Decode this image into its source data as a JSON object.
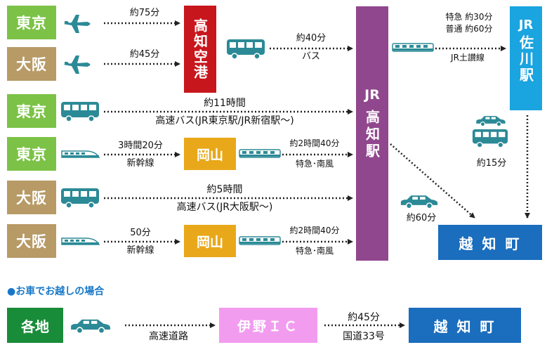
{
  "origins": {
    "tokyo1": "東京",
    "osaka1": "大阪",
    "tokyo2": "東京",
    "tokyo3": "東京",
    "osaka2": "大阪",
    "osaka3": "大阪"
  },
  "hubs": {
    "kochi_airport": "高知空港",
    "okayama1": "岡山",
    "okayama2": "岡山",
    "jr_kochi_jr": "JR",
    "jr_kochi_name": "高知駅",
    "jr_sakawa_jr": "JR",
    "jr_sakawa_name": "佐川駅",
    "ochi_town_1": "越 知 町"
  },
  "labels": {
    "tokyo_flight": "約75分",
    "osaka_flight": "約45分",
    "airport_bus_time": "約40分",
    "airport_bus_mode": "バス",
    "tokyo_bus_time": "約11時間",
    "tokyo_bus_route": "高速バス(JR東京駅/JR新宿駅～)",
    "tokyo_shinkansen_time": "3時間20分",
    "shinkansen_1": "新幹線",
    "okayama_express_time_1": "約2時間40分",
    "express_nanpu_1": "特急･南風",
    "osaka_bus_time": "約5時間",
    "osaka_bus_route": "高速バス(JR大阪駅～)",
    "osaka_shinkansen_time": "50分",
    "shinkansen_2": "新幹線",
    "okayama_express_time_2": "約2時間40分",
    "express_nanpu_2": "特急･南風",
    "limited_express_time": "特急 約30分",
    "local_time": "普通 約60分",
    "dosan_line": "JR土讃線",
    "sakawa_bus_time": "約15分",
    "kochi_car_time": "約60分"
  },
  "car_section": {
    "heading": "●お車でお越しの場合",
    "origin": "各地",
    "expressway": "高速道路",
    "ino_ic": "伊野ＩＣ",
    "time": "約45分",
    "route": "国道33号",
    "destination": "越 知 町"
  },
  "colors": {
    "green": "#7cc246",
    "brown": "#b79a66",
    "red": "#c8161d",
    "orange": "#e8a81a",
    "purple": "#91478e",
    "sky": "#1aa4e0",
    "blue": "#1b6dbd",
    "pink": "#f29cf0",
    "darkgreen": "#198c3a",
    "teal": "#2b8a96"
  }
}
